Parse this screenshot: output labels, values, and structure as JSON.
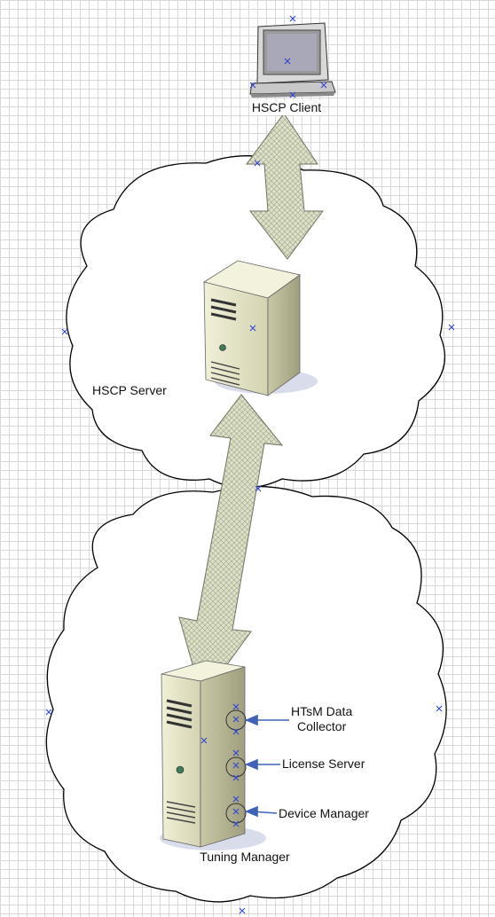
{
  "labels": {
    "hscp_client": "HSCP Client",
    "hscp_server": "HSCP Server",
    "tuning_manager": "Tuning Manager",
    "htsm_data_collector_line1": "HTsM Data",
    "htsm_data_collector_line2": "Collector",
    "license_server": "License Server",
    "device_manager": "Device Manager"
  },
  "colors": {
    "cloud_stroke": "#000000",
    "cloud_fill": "#ffffff",
    "arrow_fill": "#d7dcc2",
    "arrow_stroke": "#6f7362",
    "server_body": "#e8e7c8",
    "server_side": "#b7b692",
    "connector_arrow": "#3f62b8",
    "selection_mark": "#2a3fd6"
  }
}
